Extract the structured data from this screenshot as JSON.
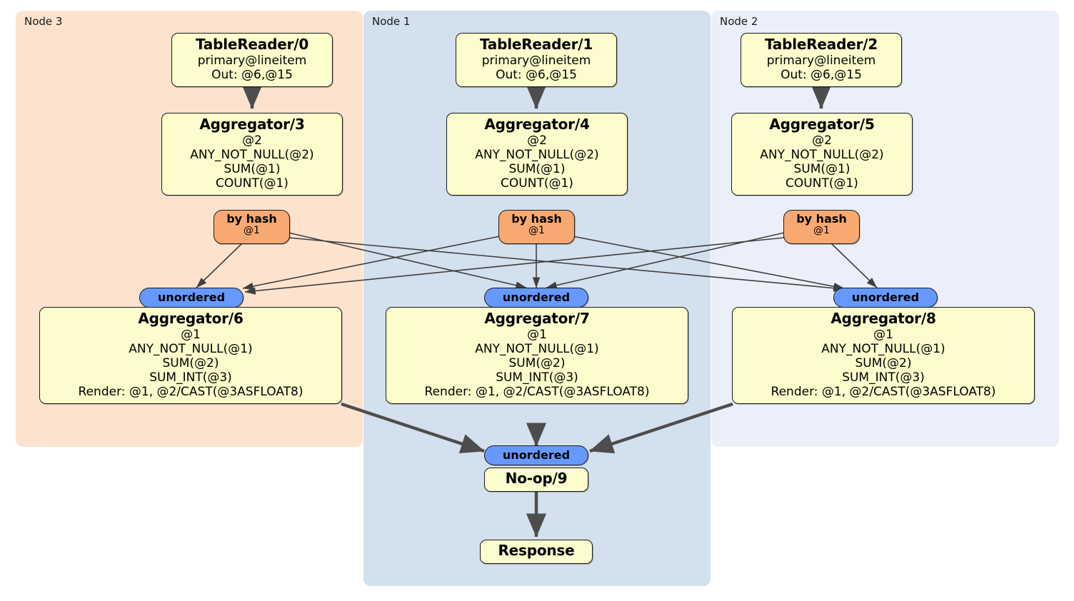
{
  "diagram": {
    "type": "distsql-physical-plan",
    "colors": {
      "node3_panel": "#fde3ce",
      "node1_panel": "#d3e0ed",
      "node2_panel": "#eaeffa",
      "box_fill": "#fcfccc",
      "hash_fill": "#f8a971",
      "unordered_fill": "#6699ff",
      "stroke": "#1a1a1a",
      "edge": "#4d4d4d"
    },
    "panels": [
      {
        "id": "node3",
        "label": "Node 3"
      },
      {
        "id": "node1",
        "label": "Node 1"
      },
      {
        "id": "node2",
        "label": "Node 2"
      }
    ],
    "processors": {
      "tablereader0": {
        "title": "TableReader/0",
        "line1": "primary@lineitem",
        "line2": "Out: @6,@15"
      },
      "tablereader1": {
        "title": "TableReader/1",
        "line1": "primary@lineitem",
        "line2": "Out: @6,@15"
      },
      "tablereader2": {
        "title": "TableReader/2",
        "line1": "primary@lineitem",
        "line2": "Out: @6,@15"
      },
      "aggregator3": {
        "title": "Aggregator/3",
        "line1": "@2",
        "line2": "ANY_NOT_NULL(@2)",
        "line3": "SUM(@1)",
        "line4": "COUNT(@1)"
      },
      "aggregator4": {
        "title": "Aggregator/4",
        "line1": "@2",
        "line2": "ANY_NOT_NULL(@2)",
        "line3": "SUM(@1)",
        "line4": "COUNT(@1)"
      },
      "aggregator5": {
        "title": "Aggregator/5",
        "line1": "@2",
        "line2": "ANY_NOT_NULL(@2)",
        "line3": "SUM(@1)",
        "line4": "COUNT(@1)"
      },
      "aggregator6": {
        "title": "Aggregator/6",
        "line1": "@1",
        "line2": "ANY_NOT_NULL(@1)",
        "line3": "SUM(@2)",
        "line4": "SUM_INT(@3)",
        "line5": "Render: @1, @2/CAST(@3ASFLOAT8)"
      },
      "aggregator7": {
        "title": "Aggregator/7",
        "line1": "@1",
        "line2": "ANY_NOT_NULL(@1)",
        "line3": "SUM(@2)",
        "line4": "SUM_INT(@3)",
        "line5": "Render: @1, @2/CAST(@3ASFLOAT8)"
      },
      "aggregator8": {
        "title": "Aggregator/8",
        "line1": "@1",
        "line2": "ANY_NOT_NULL(@1)",
        "line3": "SUM(@2)",
        "line4": "SUM_INT(@3)",
        "line5": "Render: @1, @2/CAST(@3ASFLOAT8)"
      },
      "noop9": {
        "title": "No-op/9"
      },
      "response": {
        "title": "Response"
      }
    },
    "outputs": {
      "hash3": {
        "kind": "by hash",
        "column": "@1"
      },
      "hash4": {
        "kind": "by hash",
        "column": "@1"
      },
      "hash5": {
        "kind": "by hash",
        "column": "@1"
      }
    },
    "inputs": {
      "unordered6": {
        "label": "unordered"
      },
      "unordered7": {
        "label": "unordered"
      },
      "unordered8": {
        "label": "unordered"
      },
      "unordered9": {
        "label": "unordered"
      }
    }
  }
}
